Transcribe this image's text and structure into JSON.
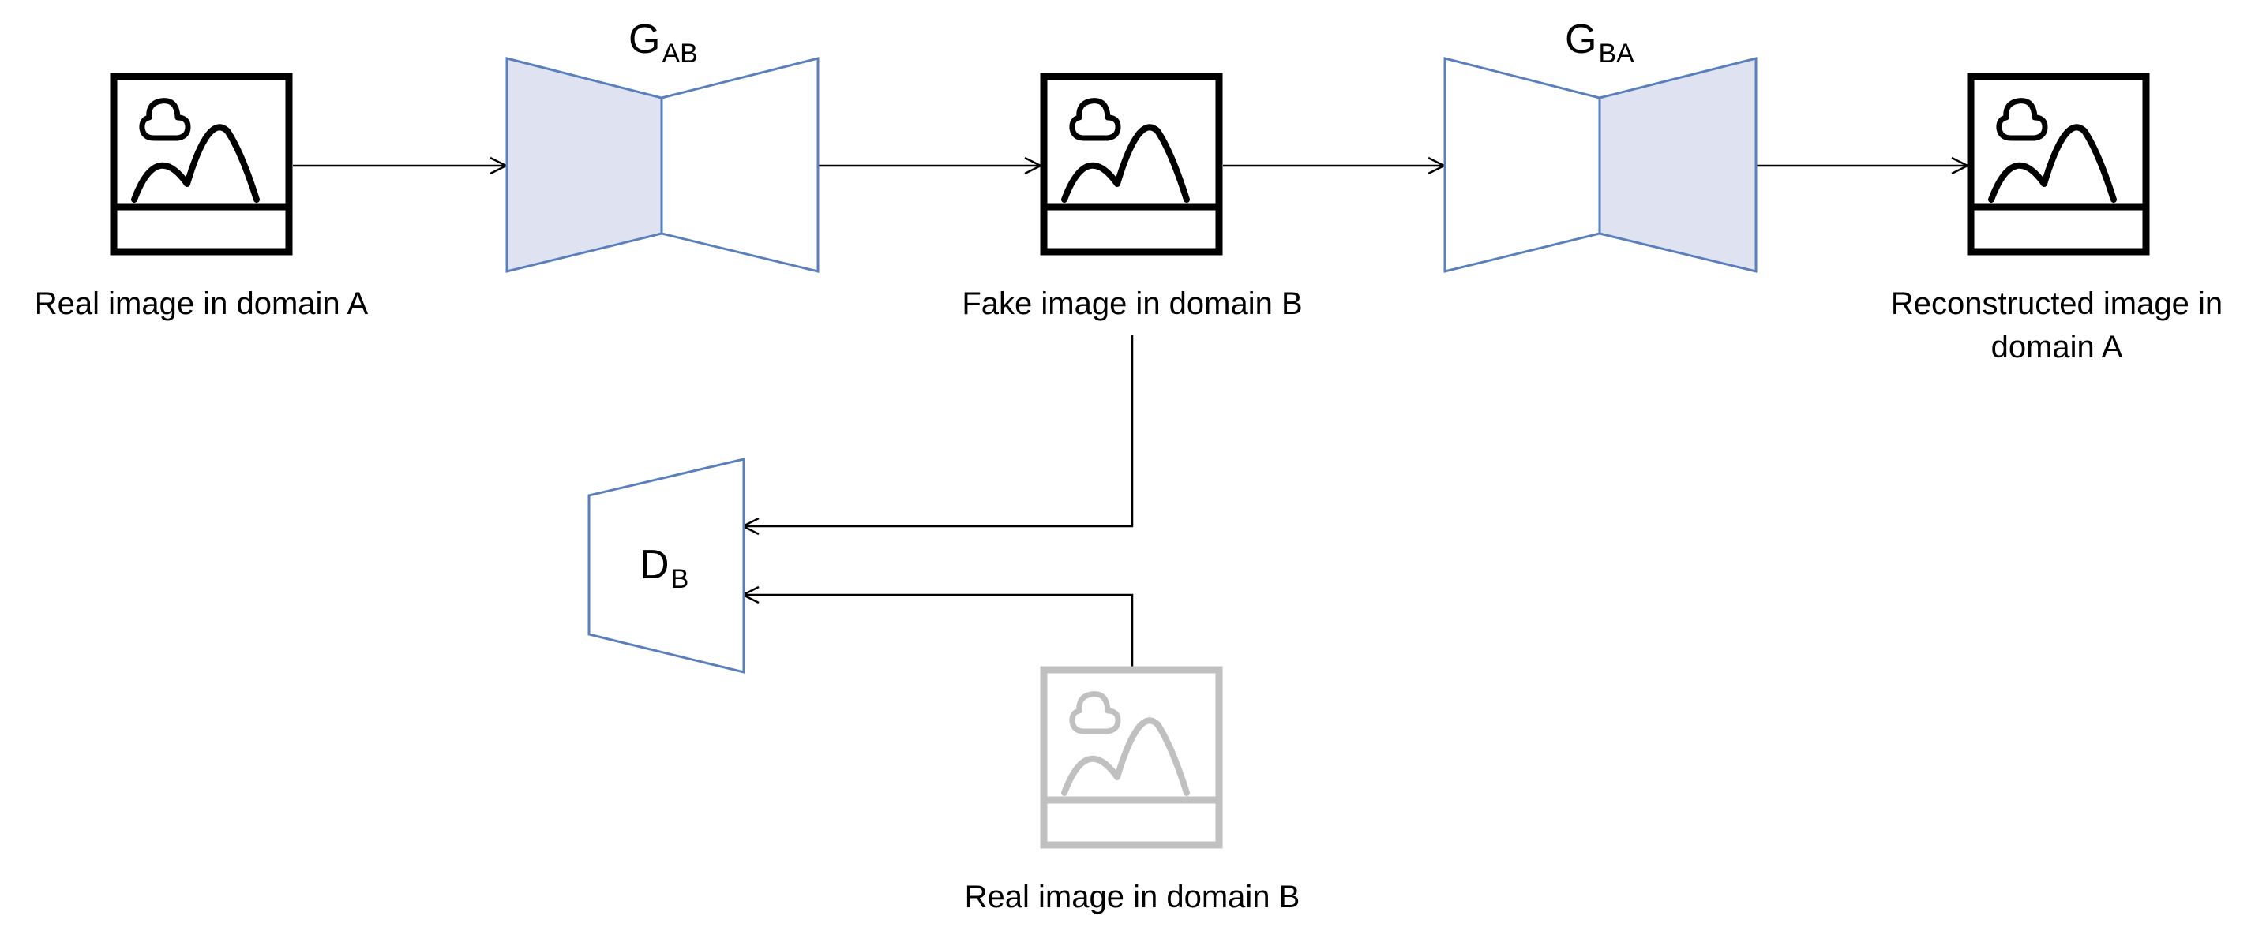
{
  "images": {
    "real_a": "Real image in domain A",
    "fake_b": "Fake image in domain B",
    "recon_a": "Reconstructed image in domain A",
    "real_b": "Real image in domain B"
  },
  "networks": {
    "g_ab": {
      "letter": "G",
      "sub": "AB"
    },
    "g_ba": {
      "letter": "G",
      "sub": "BA"
    },
    "d_b": {
      "letter": "D",
      "sub": "B"
    }
  },
  "colors": {
    "stroke": "#5a7fbd",
    "fill": "#dfe3f1",
    "icon": "#000000",
    "icon_faded": "#c0c0c0",
    "arrow": "#000000"
  }
}
